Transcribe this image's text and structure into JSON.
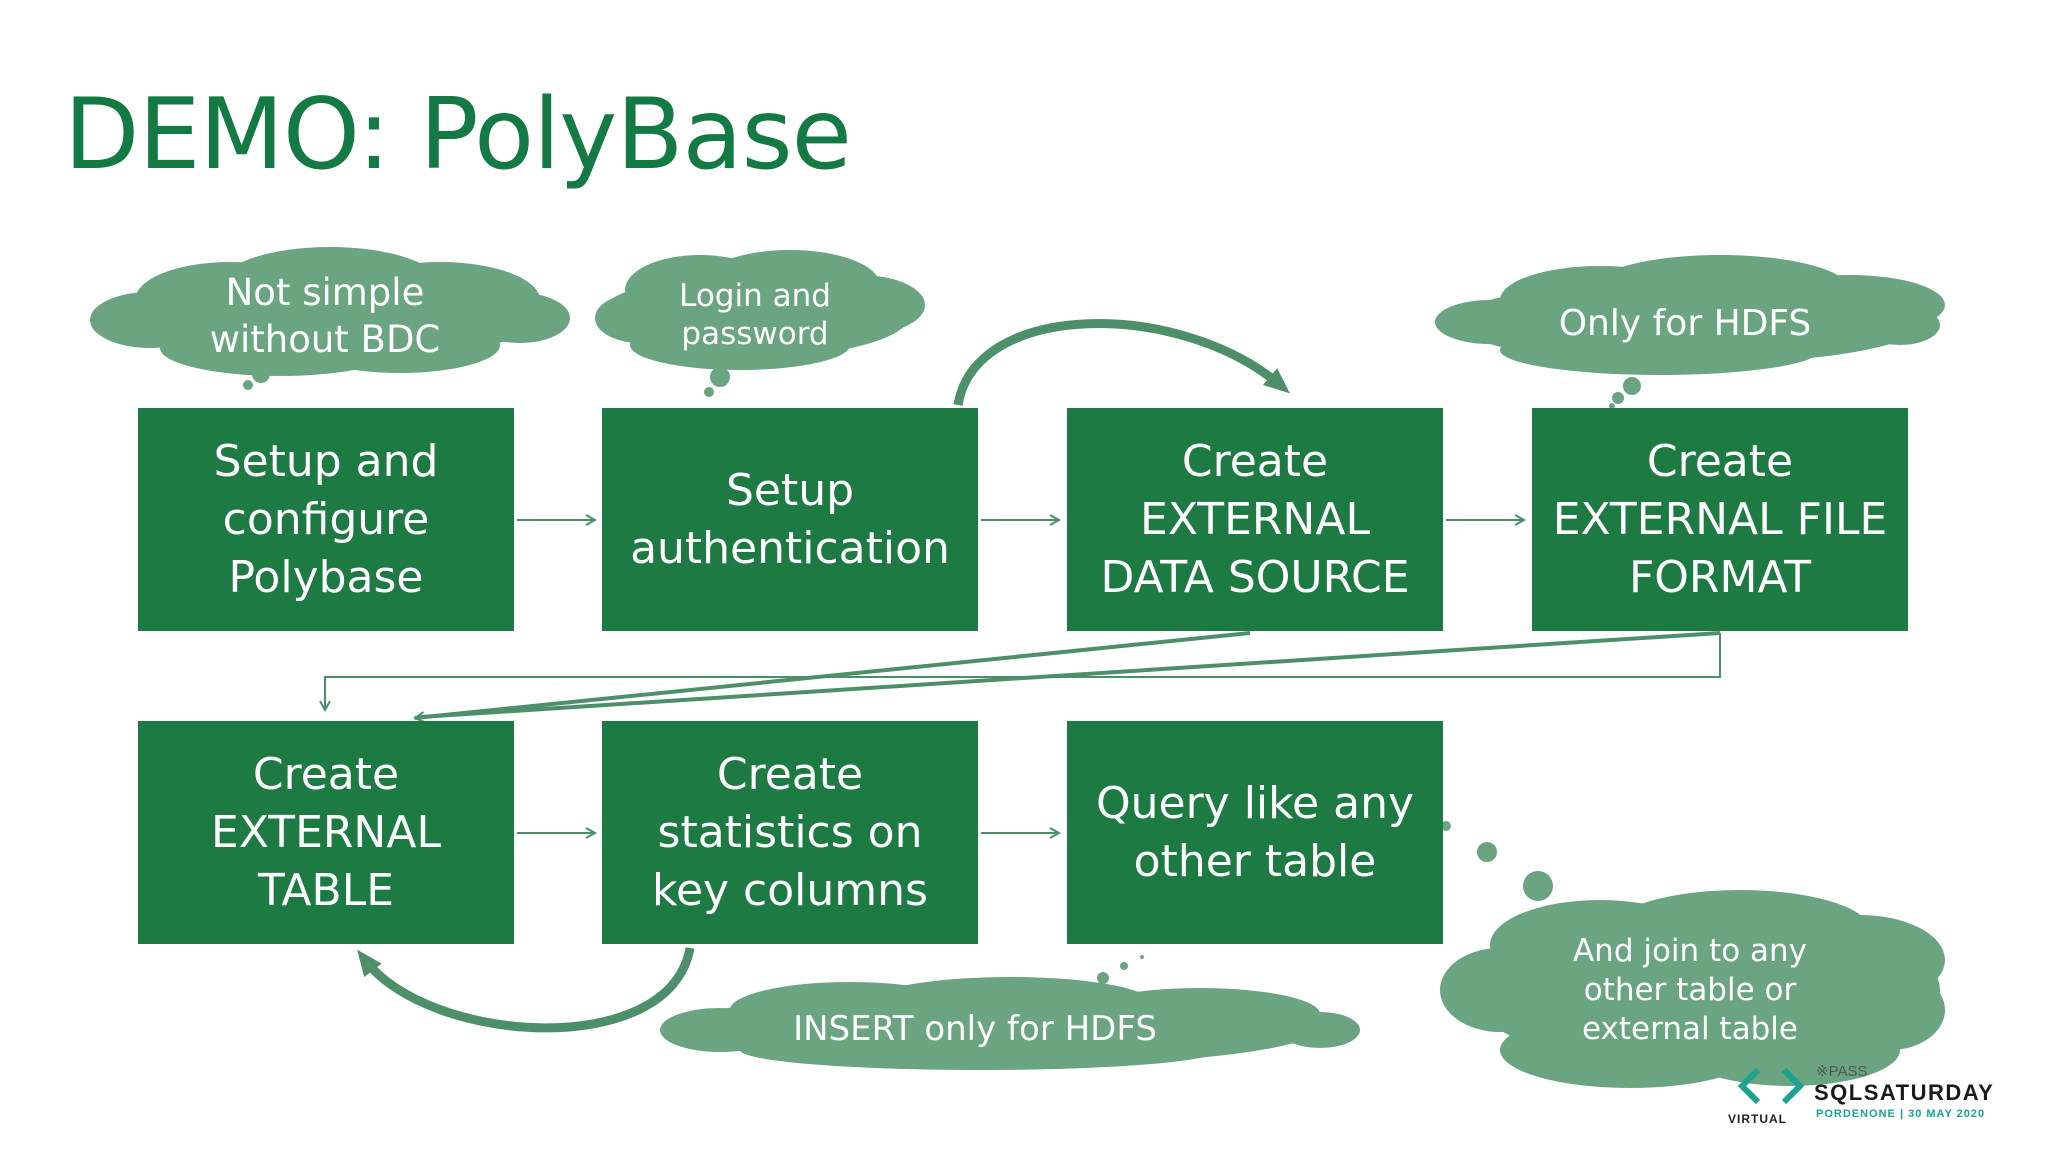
{
  "slide": {
    "title": "DEMO: PolyBase"
  },
  "steps": [
    {
      "label": "Setup and\nconfigure\nPolybase"
    },
    {
      "label": "Setup\nauthentication"
    },
    {
      "label": "Create\nEXTERNAL\nDATA SOURCE"
    },
    {
      "label": "Create\nEXTERNAL FILE\nFORMAT"
    },
    {
      "label": "Create\nEXTERNAL\nTABLE"
    },
    {
      "label": "Create\nstatistics on\nkey columns"
    },
    {
      "label": "Query like any\nother table"
    }
  ],
  "notes": [
    {
      "text": "Not simple\nwithout BDC"
    },
    {
      "text": "Login and\npassword"
    },
    {
      "text": "Only for HDFS"
    },
    {
      "text": "INSERT only for HDFS"
    },
    {
      "text": "And join to any\nother table or\nexternal table"
    }
  ],
  "logo": {
    "pass": "※PASS",
    "name": "SQLSATURDAY",
    "event": "PORDENONE | 30 MAY 2020",
    "virtual": "VIRTUAL"
  },
  "colors": {
    "title": "#127a42",
    "box": "#1d7a43",
    "cloud": "#6ba480",
    "connector": "#4d8f69"
  }
}
